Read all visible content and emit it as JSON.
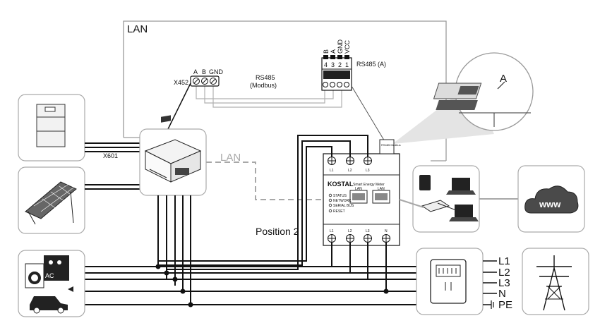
{
  "labels": {
    "lan_top": "LAN",
    "lan_dashed": "LAN",
    "x452": "X452",
    "x452_pins": [
      "A",
      "B",
      "GND"
    ],
    "rs485_cable": "RS485",
    "rs485_cable_sub": "(Modbus)",
    "x601": "X601",
    "rs485_a": "RS485 (A)",
    "term_signals": [
      "B",
      "A",
      "GND",
      "VCC"
    ],
    "term_numbers": [
      "4",
      "3",
      "2",
      "1"
    ],
    "callout": "A",
    "position": "Position 2",
    "meter_brand": "KOSTAL",
    "meter_name": "Smart Energy Meter",
    "meter_leds": [
      "STATUS",
      "NETWORK",
      "SERIAL BUS",
      "RESET"
    ],
    "meter_ports": [
      "LAN",
      "LAN"
    ],
    "meter_top_terminals": [
      "L1",
      "L2",
      "L3"
    ],
    "meter_bottom_terminals": [
      "L1",
      "L2",
      "L3",
      "N"
    ],
    "rs485_module": "RS485 Modbus",
    "grid_lines": [
      "L1",
      "L2",
      "L3",
      "N",
      "PE"
    ],
    "www": "www",
    "consumer_ac": "AC"
  }
}
